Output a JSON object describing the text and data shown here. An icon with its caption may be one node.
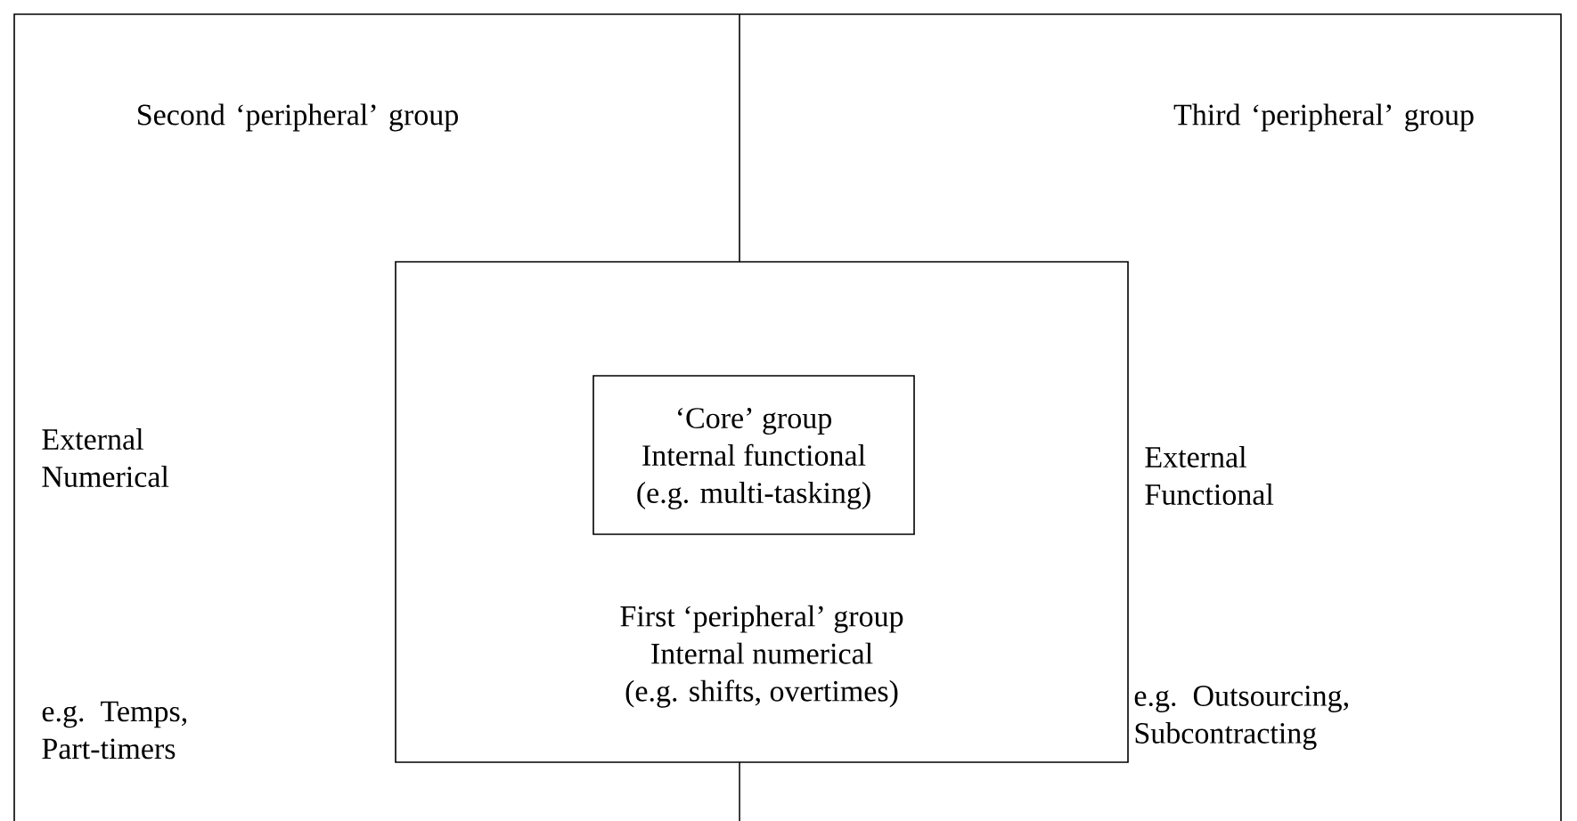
{
  "diagram": {
    "nodes": [
      {
        "text": [
          "Second ‘peripheral’ group",
          "External Numerical",
          "e.g. Temps, Part-timers"
        ]
      },
      {
        "text": [
          "Third ‘peripheral’ group",
          "External Functional",
          "e.g. Outsourcing, Subcontracting"
        ]
      },
      {
        "text": [
          "First ‘peripheral’ group",
          "Internal numerical",
          "(e.g. shifts, overtimes)"
        ]
      },
      {
        "text": [
          "‘Core’ group",
          "Internal functional",
          "(e.g. multi-tasking)"
        ],
        "in": 2
      }
    ]
  }
}
